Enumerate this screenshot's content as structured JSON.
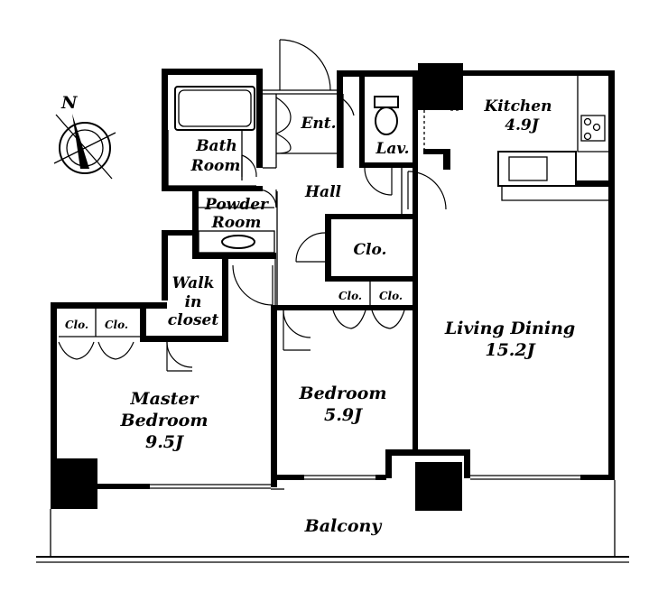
{
  "compass": {
    "label": "N"
  },
  "rooms": {
    "kitchen": {
      "name": "Kitchen",
      "size": "4.9J"
    },
    "bath": {
      "line1": "Bath",
      "line2": "Room"
    },
    "entrance": {
      "name": "Ent."
    },
    "lavatory": {
      "name": "Lav."
    },
    "hall": {
      "name": "Hall"
    },
    "powder": {
      "line1": "Powder",
      "line2": "Room"
    },
    "hall_closet": {
      "name": "Clo."
    },
    "walk_in": {
      "line1": "Walk",
      "line2": "in",
      "line3": "closet"
    },
    "bedroom_closet_1": {
      "name": "Clo."
    },
    "bedroom_closet_2": {
      "name": "Clo."
    },
    "master_closet_1": {
      "name": "Clo."
    },
    "master_closet_2": {
      "name": "Clo."
    },
    "living": {
      "line1": "Living Dining",
      "line2": "15.2J"
    },
    "master": {
      "line1": "Master",
      "line2": "Bedroom",
      "line3": "9.5J"
    },
    "bedroom": {
      "line1": "Bedroom",
      "line2": "5.9J"
    },
    "balcony": {
      "name": "Balcony"
    }
  }
}
